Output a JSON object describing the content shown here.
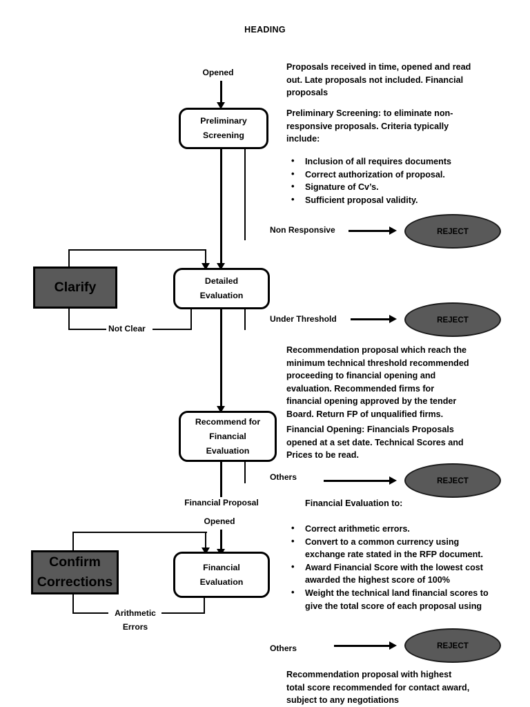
{
  "document": {
    "heading": "HEADING"
  },
  "notes": [
    {
      "id": "note-opening",
      "text": "Proposals received in time, opened and read out. Late proposals not included. Financial proposals"
    },
    {
      "id": "note-preliminary-screening",
      "text": "Preliminary Screening: to eliminate non-responsive proposals. Criteria typically include:"
    },
    {
      "id": "note-recommendation-technical",
      "text": "Recommendation proposal which reach the minimum technical threshold recommended proceeding to financial opening and evaluation. Recommended firms for financial opening approved by the tender Board. Return FP of unqualified firms."
    },
    {
      "id": "note-financial-opening",
      "text": "Financial Opening: Financials Proposals opened at a set date. Technical Scores and Prices to be read."
    },
    {
      "id": "note-financial-evaluation-lead",
      "text": "Financial Evaluation to:"
    },
    {
      "id": "note-recommendation-award",
      "text": "Recommendation proposal with highest total score recommended for contact award, subject to any negotiations"
    }
  ],
  "bullet_lists": [
    {
      "id": "screening-criteria",
      "items": [
        "Inclusion of all requires documents",
        "Correct authorization of proposal.",
        "Signature of Cv’s.",
        "Sufficient proposal validity."
      ]
    },
    {
      "id": "financial-evaluation-criteria",
      "items": [
        "Correct arithmetic errors.",
        "Convert to a common currency using exchange rate stated in the RFP document.",
        "Award Financial Score with the lowest cost awarded the highest score of 100%",
        "Weight the technical land financial scores to give the total score of each proposal using"
      ]
    }
  ],
  "flowchart": {
    "process_boxes": [
      {
        "id": "preliminary-screening",
        "line1": "Preliminary",
        "line2": "Screening",
        "line3": ""
      },
      {
        "id": "detailed-evaluation",
        "line1": "Detailed",
        "line2": "Evaluation",
        "line3": ""
      },
      {
        "id": "recommend-financial-evaluation",
        "line1": "Recommend for",
        "line2": "Financial",
        "line3": "Evaluation"
      },
      {
        "id": "financial-evaluation",
        "line1": "Financial",
        "line2": "Evaluation",
        "line3": ""
      }
    ],
    "gray_boxes": [
      {
        "id": "clarify",
        "line1": "Clarify",
        "line2": ""
      },
      {
        "id": "confirm-corrections",
        "line1": "Confirm",
        "line2": "Corrections"
      }
    ],
    "terminators": [
      {
        "id": "reject-non-responsive",
        "label": "REJECT"
      },
      {
        "id": "reject-under-threshold",
        "label": "REJECT"
      },
      {
        "id": "reject-others-financial-opening",
        "label": "REJECT"
      },
      {
        "id": "reject-others-financial-evaluation",
        "label": "REJECT"
      }
    ],
    "edge_labels": {
      "opened_top": "Opened",
      "non_responsive": "Non Responsive",
      "not_clear": "Not Clear",
      "under_threshold": "Under Threshold",
      "others_financial_opening": "Others",
      "financial_proposal": "Financial Proposal",
      "opened_financial": "Opened",
      "arithmetic_errors_line1": "Arithmetic",
      "arithmetic_errors_line2": "Errors",
      "others_financial_evaluation": "Others"
    }
  },
  "colors": {
    "gray_fill": "#595959",
    "stroke": "#000000",
    "background": "#ffffff"
  }
}
